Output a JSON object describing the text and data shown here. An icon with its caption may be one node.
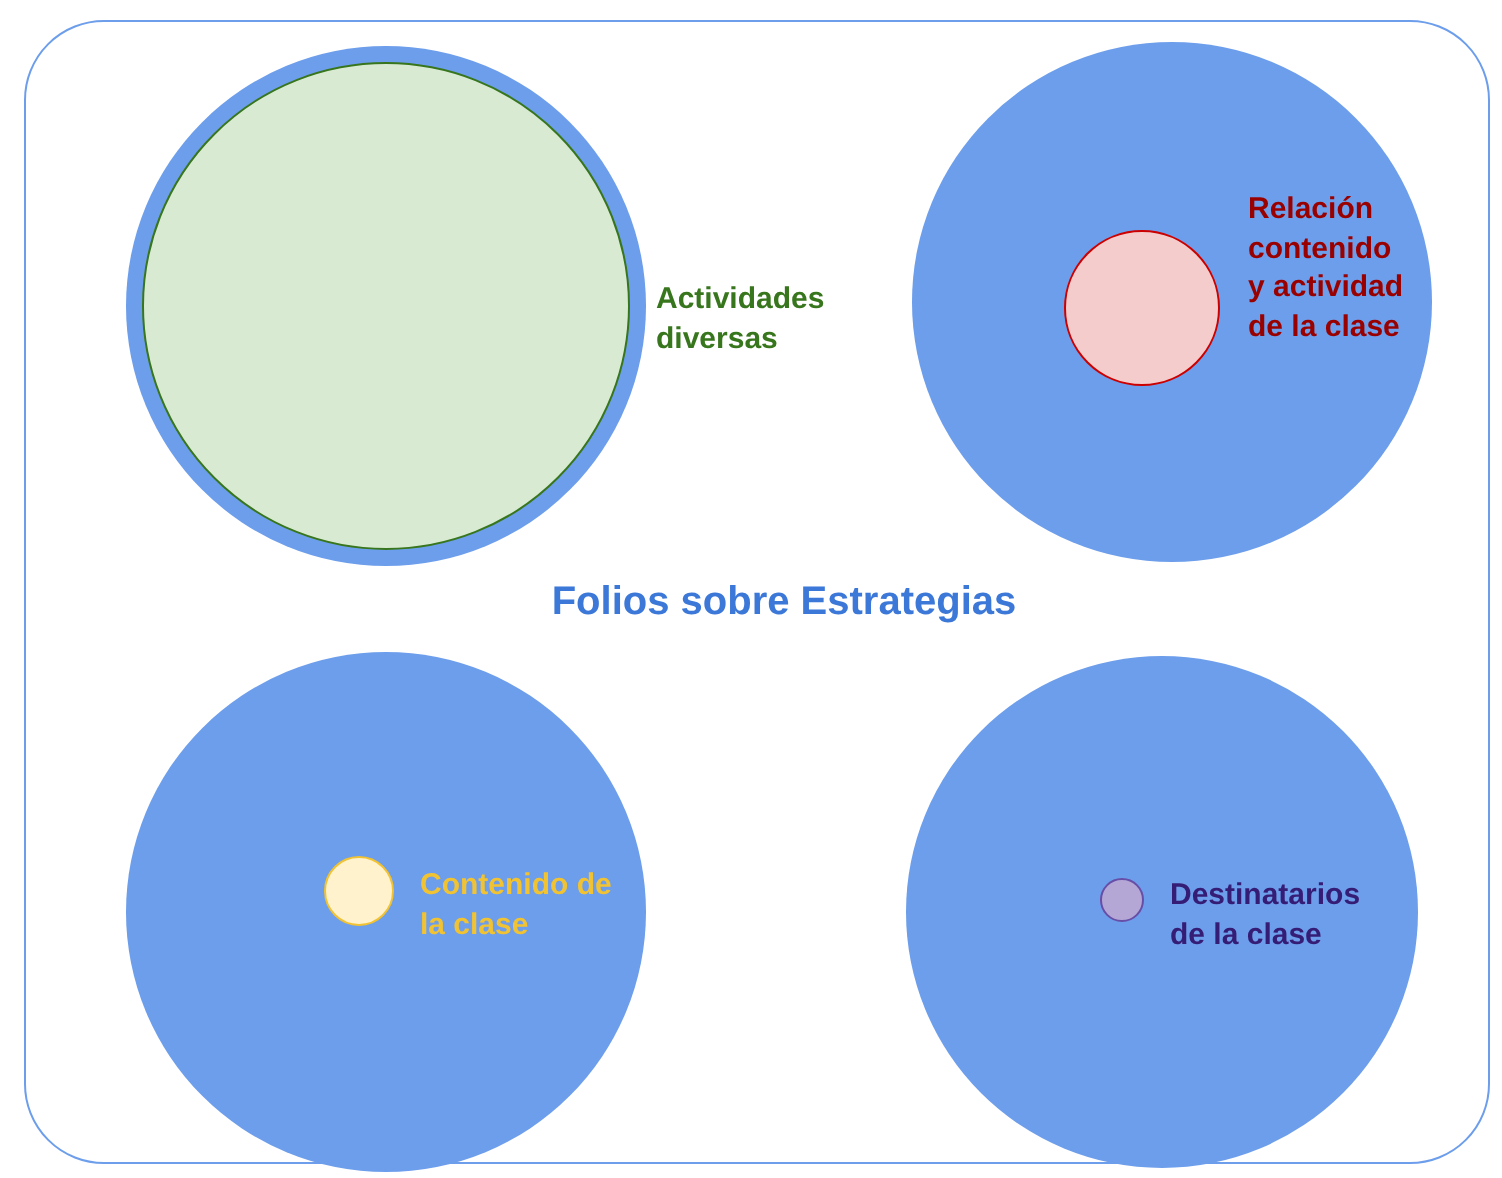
{
  "diagram": {
    "title": "Folios sobre Estrategias",
    "nodes": [
      {
        "text": [],
        "shape": "box"
      },
      {
        "text": [],
        "shape": "circle",
        "in": 0
      },
      {
        "text": [],
        "shape": "circle",
        "in": 1,
        "beside": [
          "Actividades diversas"
        ]
      },
      {
        "text": [],
        "shape": "circle",
        "in": 0
      },
      {
        "text": [],
        "shape": "circle",
        "in": 3,
        "beside": [
          "Relación contenido y actividad de la clase"
        ]
      },
      {
        "text": [],
        "shape": "circle",
        "in": 0
      },
      {
        "text": [],
        "shape": "circle",
        "in": 5,
        "beside": [
          "Contenido de la clase"
        ]
      },
      {
        "text": [],
        "shape": "circle",
        "in": 0
      },
      {
        "text": [],
        "shape": "circle",
        "in": 7,
        "beside": [
          "Destinatarios de la clase"
        ]
      }
    ]
  }
}
